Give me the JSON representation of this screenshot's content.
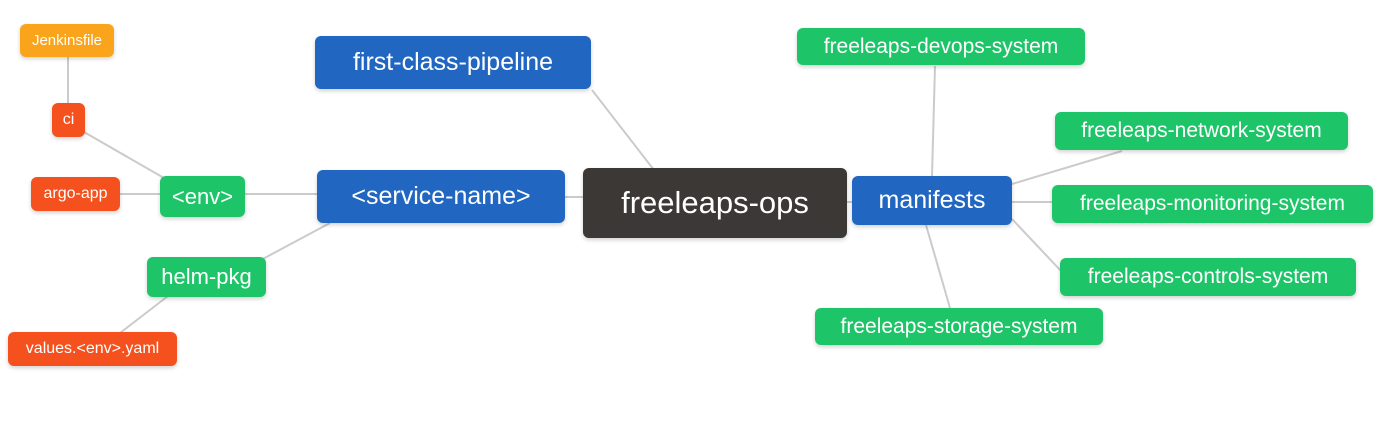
{
  "diagram": {
    "type": "mindmap",
    "root": "freeleaps-ops",
    "background": "#ffffff"
  },
  "colors": {
    "root_node": "#3c3836",
    "level1_node": "#2166c0",
    "level2_node": "#1dc568",
    "level3_node": "#f4511e",
    "level4_node": "#f9a41b",
    "edge": "#cbcbcb",
    "node_text": "#ffffff"
  },
  "nodes": [
    {
      "id": "freeleaps-ops",
      "label": "freeleaps-ops",
      "level": 0
    },
    {
      "id": "first-class-pipeline",
      "label": "first-class-pipeline",
      "level": 1
    },
    {
      "id": "service-name",
      "label": "<service-name>",
      "level": 1
    },
    {
      "id": "manifests",
      "label": "manifests",
      "level": 1
    },
    {
      "id": "env",
      "label": "<env>",
      "level": 2
    },
    {
      "id": "helm-pkg",
      "label": "helm-pkg",
      "level": 2
    },
    {
      "id": "freeleaps-devops-system",
      "label": "freeleaps-devops-system",
      "level": 2
    },
    {
      "id": "freeleaps-network-system",
      "label": "freeleaps-network-system",
      "level": 2
    },
    {
      "id": "freeleaps-monitoring-system",
      "label": "freeleaps-monitoring-system",
      "level": 2
    },
    {
      "id": "freeleaps-controls-system",
      "label": "freeleaps-controls-system",
      "level": 2
    },
    {
      "id": "freeleaps-storage-system",
      "label": "freeleaps-storage-system",
      "level": 2
    },
    {
      "id": "ci",
      "label": "ci",
      "level": 3
    },
    {
      "id": "argo-app",
      "label": "argo-app",
      "level": 3
    },
    {
      "id": "values-env-yaml",
      "label": "values.<env>.yaml",
      "level": 3
    },
    {
      "id": "jenkinsfile",
      "label": "Jenkinsfile",
      "level": 4
    }
  ],
  "edges": [
    {
      "from": "freeleaps-ops",
      "to": "first-class-pipeline"
    },
    {
      "from": "freeleaps-ops",
      "to": "service-name"
    },
    {
      "from": "freeleaps-ops",
      "to": "manifests"
    },
    {
      "from": "service-name",
      "to": "env"
    },
    {
      "from": "service-name",
      "to": "helm-pkg"
    },
    {
      "from": "env",
      "to": "ci"
    },
    {
      "from": "env",
      "to": "argo-app"
    },
    {
      "from": "ci",
      "to": "jenkinsfile"
    },
    {
      "from": "helm-pkg",
      "to": "values-env-yaml"
    },
    {
      "from": "manifests",
      "to": "freeleaps-devops-system"
    },
    {
      "from": "manifests",
      "to": "freeleaps-network-system"
    },
    {
      "from": "manifests",
      "to": "freeleaps-monitoring-system"
    },
    {
      "from": "manifests",
      "to": "freeleaps-controls-system"
    },
    {
      "from": "manifests",
      "to": "freeleaps-storage-system"
    }
  ]
}
